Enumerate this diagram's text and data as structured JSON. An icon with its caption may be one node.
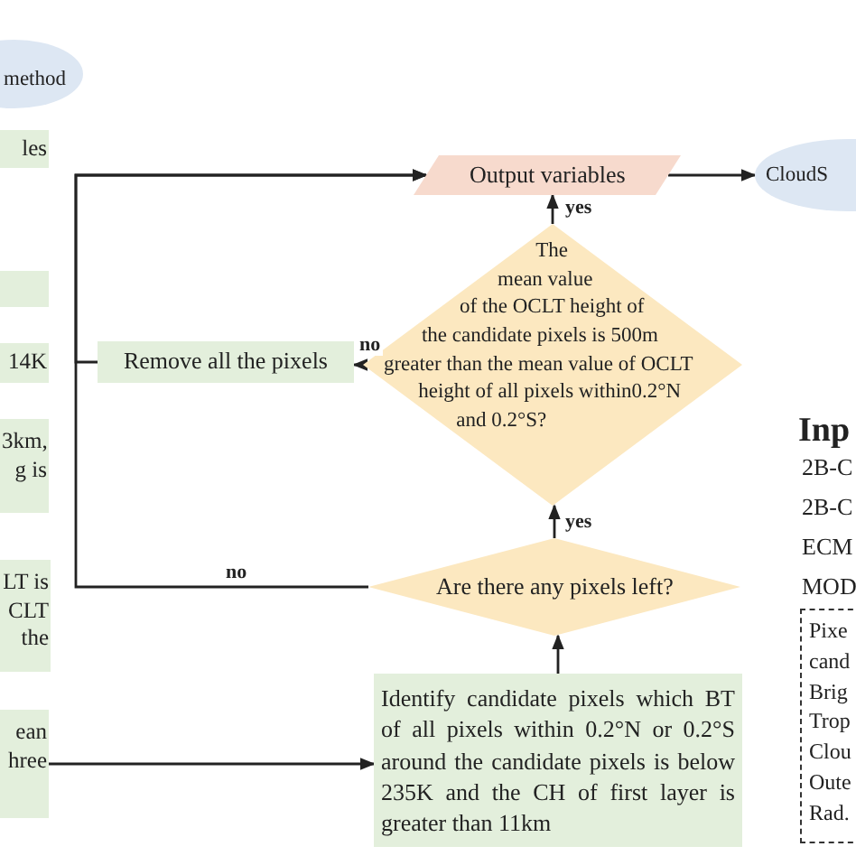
{
  "diagram": {
    "nodes": [
      {
        "text": [
          "method"
        ]
      },
      {
        "text": [
          "les"
        ]
      },
      {
        "text": [],
        "shape": "box"
      },
      {
        "text": [
          "14K"
        ]
      },
      {
        "text": [
          "3km, g is"
        ]
      },
      {
        "text": [
          "LT is CLT the"
        ]
      },
      {
        "text": [
          "ean hree"
        ]
      },
      {
        "text": [
          "Output variables"
        ]
      },
      {
        "text": [
          "CloudS"
        ]
      },
      {
        "text": [
          "Remove all the pixels"
        ]
      },
      {
        "text": [
          "The mean value of the OCLT height of the candidate pixels is 500m greater than the mean value of OCLT height of all pixels within0.2°N and 0.2°S?"
        ]
      },
      {
        "text": [
          "Are there any pixels left?"
        ]
      },
      {
        "text": [
          "Identify candidate pixels which BT of all pixels within 0.2°N or 0.2°S around the candidate pixels is below 235K and the CH of first layer  is greater than 11km"
        ]
      },
      {
        "text": [
          "Pixe",
          "cand",
          "Brig",
          "Trop",
          "Clou",
          "Oute",
          "Rad."
        ]
      }
    ],
    "edges": [
      {
        "from": 7,
        "to": 8,
        "arrow": "to"
      },
      {
        "from": 11,
        "to": 7,
        "arrow": "to",
        "label": "no"
      },
      {
        "from": 9,
        "to": 7,
        "arrow": "to"
      },
      {
        "from": 10,
        "to": 9,
        "arrow": "to",
        "label": "no"
      },
      {
        "from": 10,
        "to": 7,
        "arrow": "to",
        "label": "yes"
      },
      {
        "from": 11,
        "to": 10,
        "arrow": "to",
        "label": "yes"
      },
      {
        "from": 12,
        "to": 11,
        "arrow": "to"
      },
      {
        "from": 6,
        "to": 12,
        "arrow": "to"
      }
    ],
    "labels": [
      "Inp",
      "2B-C",
      "2B-C",
      "ECM",
      "MOD"
    ]
  }
}
